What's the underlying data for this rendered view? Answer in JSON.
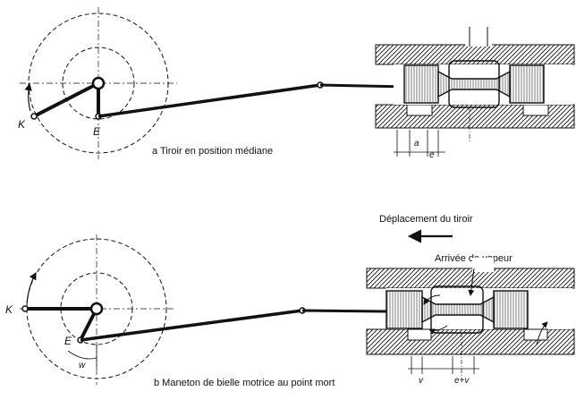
{
  "figure_a": {
    "caption": "a Tiroir en position médiane",
    "labels": {
      "crank": "K",
      "eccentric": "E",
      "dim_a": "a",
      "dim_e": "e"
    }
  },
  "figure_b": {
    "caption": "b Maneton de bielle motrice au point mort",
    "labels": {
      "crank": "K",
      "eccentric": "E",
      "lead": "w",
      "dim_v": "v",
      "dim_ev": "e+v"
    },
    "motion_label": "Déplacement du tiroir",
    "steam_label": "Arrivée de vapeur"
  }
}
